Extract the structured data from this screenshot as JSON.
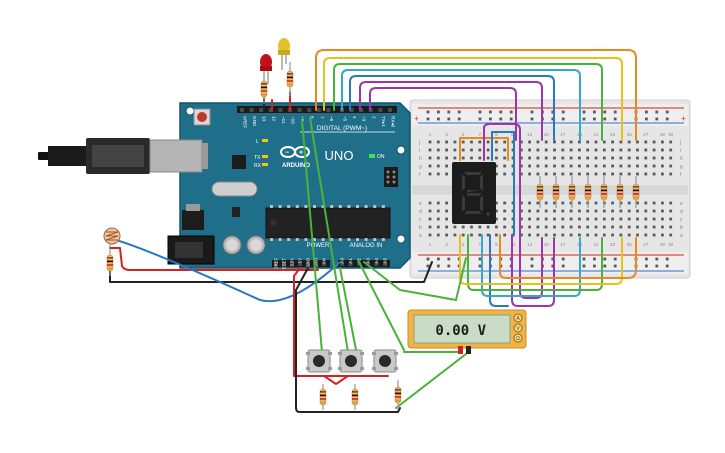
{
  "arduino": {
    "brand": "ARDUINO",
    "model": "UNO",
    "digital_label": "DIGITAL (PWM~)",
    "analog_label": "ANALOG IN",
    "power_label": "POWER",
    "on_label": "ON",
    "l_label": "L",
    "tx_label": "TX",
    "rx_label": "RX",
    "top_pins": [
      "AREF",
      "GND",
      "13",
      "12",
      "~11",
      "~10",
      "~9",
      "8",
      "7",
      "~6",
      "~5",
      "4",
      "~3",
      "2",
      "TX▸1",
      "RX◂0"
    ],
    "power_pins": [
      "IOREF",
      "RESET",
      "3.3V",
      "5V",
      "GND",
      "GND",
      "Vin"
    ],
    "analog_pins": [
      "A0",
      "A1",
      "A2",
      "A3",
      "A4",
      "A5"
    ]
  },
  "multimeter": {
    "reading": "0.00 V",
    "terminals": [
      "A",
      "V",
      "Ω"
    ]
  },
  "breadboard": {
    "row_letters_top": [
      "j",
      "i",
      "h",
      "g",
      "f"
    ],
    "row_letters_bottom": [
      "e",
      "d",
      "c",
      "b",
      "a"
    ],
    "columns": [
      "1",
      "2",
      "3",
      "4",
      "5",
      "6",
      "7",
      "8",
      "9",
      "10",
      "11",
      "12",
      "13",
      "14",
      "15",
      "16",
      "17",
      "18",
      "19",
      "20",
      "21",
      "22",
      "23",
      "24",
      "25",
      "26",
      "27",
      "28",
      "29",
      "30"
    ]
  },
  "colors": {
    "board_teal": "#1f6f8b",
    "breadboard": "#e6e6e6",
    "wire_orange": "#e8891e",
    "wire_yellow": "#e7c21a",
    "wire_green": "#49b338",
    "wire_cyan": "#36a8c8",
    "wire_blue": "#2a78c4",
    "wire_purple": "#9c36a8",
    "wire_red": "#d22222",
    "wire_black": "#222222",
    "resistor_body": "#e9b46a",
    "lcd_green": "#c8dcc6"
  }
}
